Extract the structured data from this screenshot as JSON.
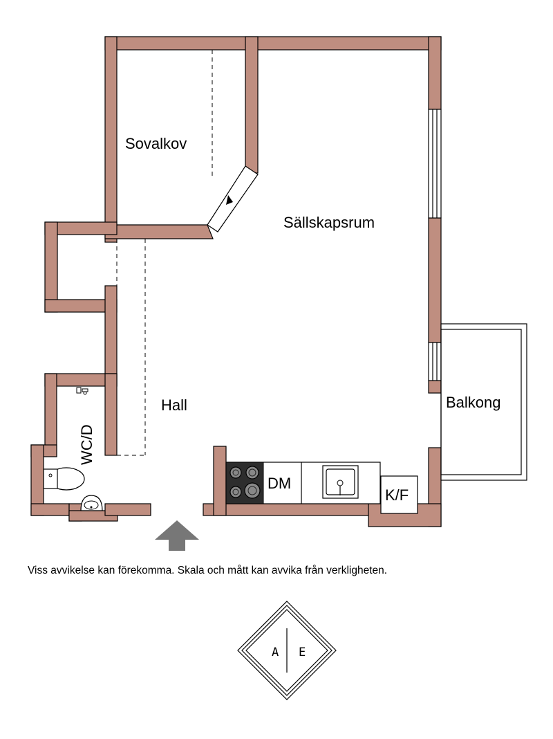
{
  "rooms": {
    "sovalkov": "Sovalkov",
    "sallskapsrum": "Sällskapsrum",
    "hall": "Hall",
    "wc": "WC/D",
    "balkong": "Balkong",
    "dm": "DM",
    "kf": "K/F"
  },
  "disclaimer": "Viss avvikelse kan förekomma. Skala och mått kan avvika från verkligheten.",
  "compass": {
    "left": "A",
    "right": "E"
  },
  "colors": {
    "wall": "#bf8e80",
    "outline": "#000000",
    "entrance_arrow": "#777777"
  }
}
